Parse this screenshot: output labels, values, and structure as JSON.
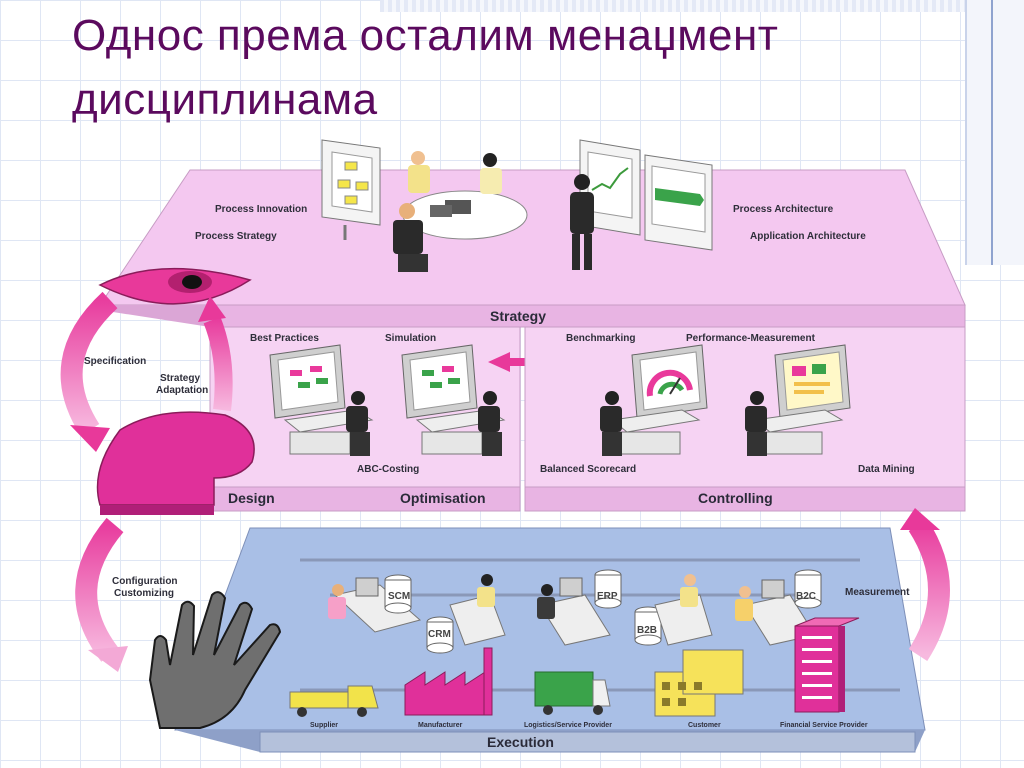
{
  "title": {
    "line1": "Однос према осталим менаџмент",
    "line2": "дисциплинама"
  },
  "layers": {
    "strategy": "Strategy",
    "design": "Design",
    "optimisation": "Optimisation",
    "controlling": "Controlling",
    "execution": "Execution"
  },
  "strategy_labels": {
    "process_innovation": "Process Innovation",
    "process_strategy": "Process Strategy",
    "process_architecture": "Process Architecture",
    "application_architecture": "Application Architecture"
  },
  "design_labels": {
    "best_practices": "Best Practices",
    "simulation": "Simulation",
    "abc_costing": "ABC-Costing"
  },
  "controlling_labels": {
    "benchmarking": "Benchmarking",
    "performance_measurement": "Performance-Measurement",
    "balanced_scorecard": "Balanced Scorecard",
    "data_mining": "Data Mining"
  },
  "side_labels": {
    "specification": "Specification",
    "strategy_adaptation_1": "Strategy",
    "strategy_adaptation_2": "Adaptation",
    "configuration_1": "Configuration",
    "configuration_2": "Customizing",
    "measurement": "Measurement"
  },
  "systems": {
    "scm": "SCM",
    "crm": "CRM",
    "erp": "ERP",
    "b2b": "B2B",
    "b2c": "B2C"
  },
  "actors": {
    "supplier": "Supplier",
    "manufacturer": "Manufacturer",
    "logistics": "Logistics/Service Provider",
    "customer": "Customer",
    "financial": "Financial Service Provider"
  },
  "colors": {
    "title": "#5b0a5e",
    "pink_panel": "#f2c4ee",
    "pink_strong": "#e0309a",
    "blue_panel": "#a9bfe6",
    "grey_edge": "#8c8fa0"
  }
}
